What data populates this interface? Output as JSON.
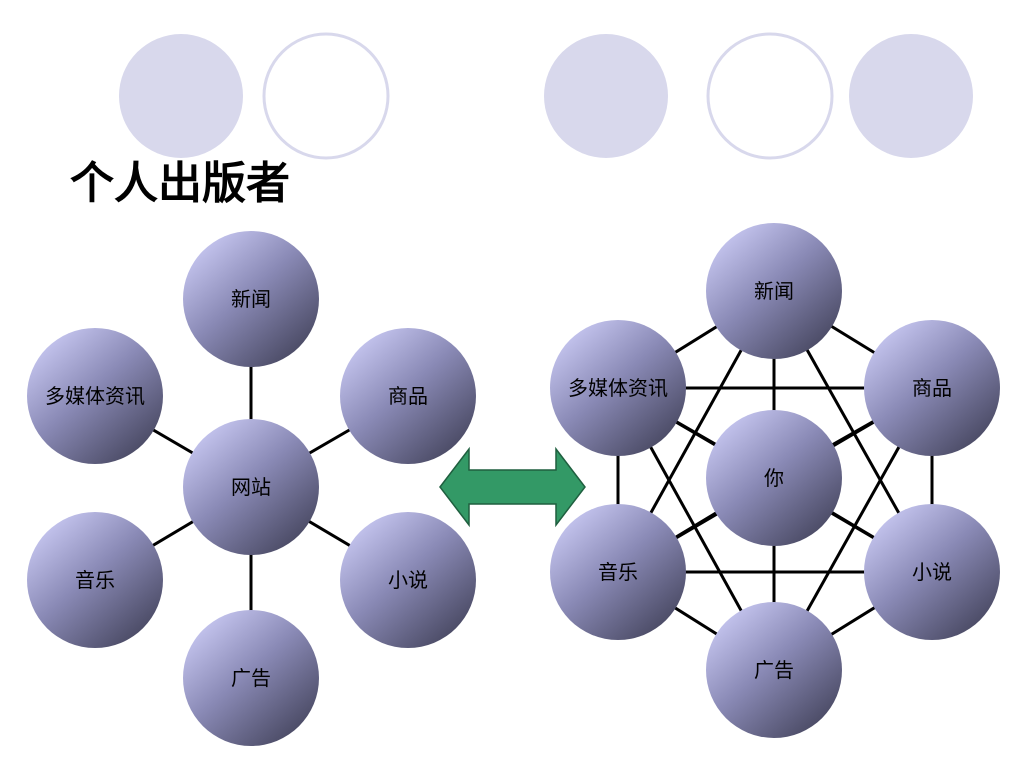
{
  "slide": {
    "title": "个人出版者"
  },
  "colors": {
    "background": "#ffffff",
    "deco_filled": "#d8d8ec",
    "deco_outline": "#d8d8ec",
    "node_light": "#c4c4ee",
    "node_mid": "#8a8ab6",
    "node_dark": "#4a4a64",
    "edge": "#000000",
    "arrow_fill": "#339966",
    "arrow_stroke": "#1f5f3f"
  },
  "decorations": [
    {
      "id": "deco-1",
      "style": "filled"
    },
    {
      "id": "deco-2",
      "style": "outline"
    },
    {
      "id": "deco-3",
      "style": "filled"
    },
    {
      "id": "deco-4",
      "style": "outline"
    },
    {
      "id": "deco-5",
      "style": "filled"
    }
  ],
  "arrow": {
    "direction": "bidirectional-horizontal"
  },
  "left_graph": {
    "topology": "star",
    "center": {
      "id": "site",
      "label": "网站"
    },
    "nodes": [
      {
        "id": "news",
        "label": "新闻"
      },
      {
        "id": "goods",
        "label": "商品"
      },
      {
        "id": "novel",
        "label": "小说"
      },
      {
        "id": "ads",
        "label": "广告"
      },
      {
        "id": "music",
        "label": "音乐"
      },
      {
        "id": "multimedia",
        "label": "多媒体资讯"
      }
    ],
    "edges": [
      [
        "site",
        "news"
      ],
      [
        "site",
        "goods"
      ],
      [
        "site",
        "novel"
      ],
      [
        "site",
        "ads"
      ],
      [
        "site",
        "music"
      ],
      [
        "site",
        "multimedia"
      ]
    ]
  },
  "right_graph": {
    "topology": "complete",
    "center": {
      "id": "you",
      "label": "你"
    },
    "nodes": [
      {
        "id": "news",
        "label": "新闻"
      },
      {
        "id": "goods",
        "label": "商品"
      },
      {
        "id": "novel",
        "label": "小说"
      },
      {
        "id": "ads",
        "label": "广告"
      },
      {
        "id": "music",
        "label": "音乐"
      },
      {
        "id": "multimedia",
        "label": "多媒体资讯"
      }
    ],
    "edges": [
      [
        "news",
        "goods"
      ],
      [
        "news",
        "novel"
      ],
      [
        "news",
        "ads"
      ],
      [
        "news",
        "music"
      ],
      [
        "news",
        "multimedia"
      ],
      [
        "goods",
        "novel"
      ],
      [
        "goods",
        "ads"
      ],
      [
        "goods",
        "music"
      ],
      [
        "goods",
        "multimedia"
      ],
      [
        "novel",
        "ads"
      ],
      [
        "novel",
        "music"
      ],
      [
        "novel",
        "multimedia"
      ],
      [
        "ads",
        "music"
      ],
      [
        "ads",
        "multimedia"
      ],
      [
        "music",
        "multimedia"
      ],
      [
        "you",
        "news"
      ],
      [
        "you",
        "goods"
      ],
      [
        "you",
        "novel"
      ],
      [
        "you",
        "ads"
      ],
      [
        "you",
        "music"
      ],
      [
        "you",
        "multimedia"
      ]
    ]
  }
}
